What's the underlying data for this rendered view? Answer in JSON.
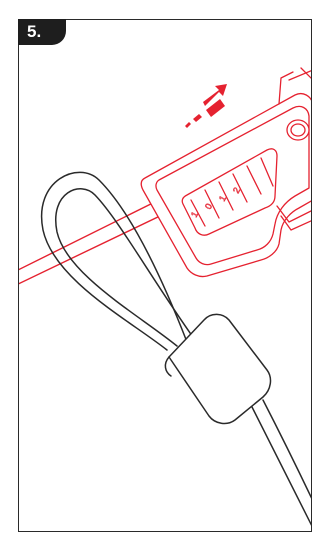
{
  "step": {
    "label": "5."
  },
  "illustration": {
    "lock_dial_digits": [
      "1",
      "0",
      "1",
      "2"
    ],
    "colors": {
      "accent": "#e52230",
      "line": "#2a2a2a",
      "badge": "#1e1e1e"
    },
    "icons": [
      "push-arrow-icon",
      "cable-loop",
      "combination-lock"
    ]
  }
}
